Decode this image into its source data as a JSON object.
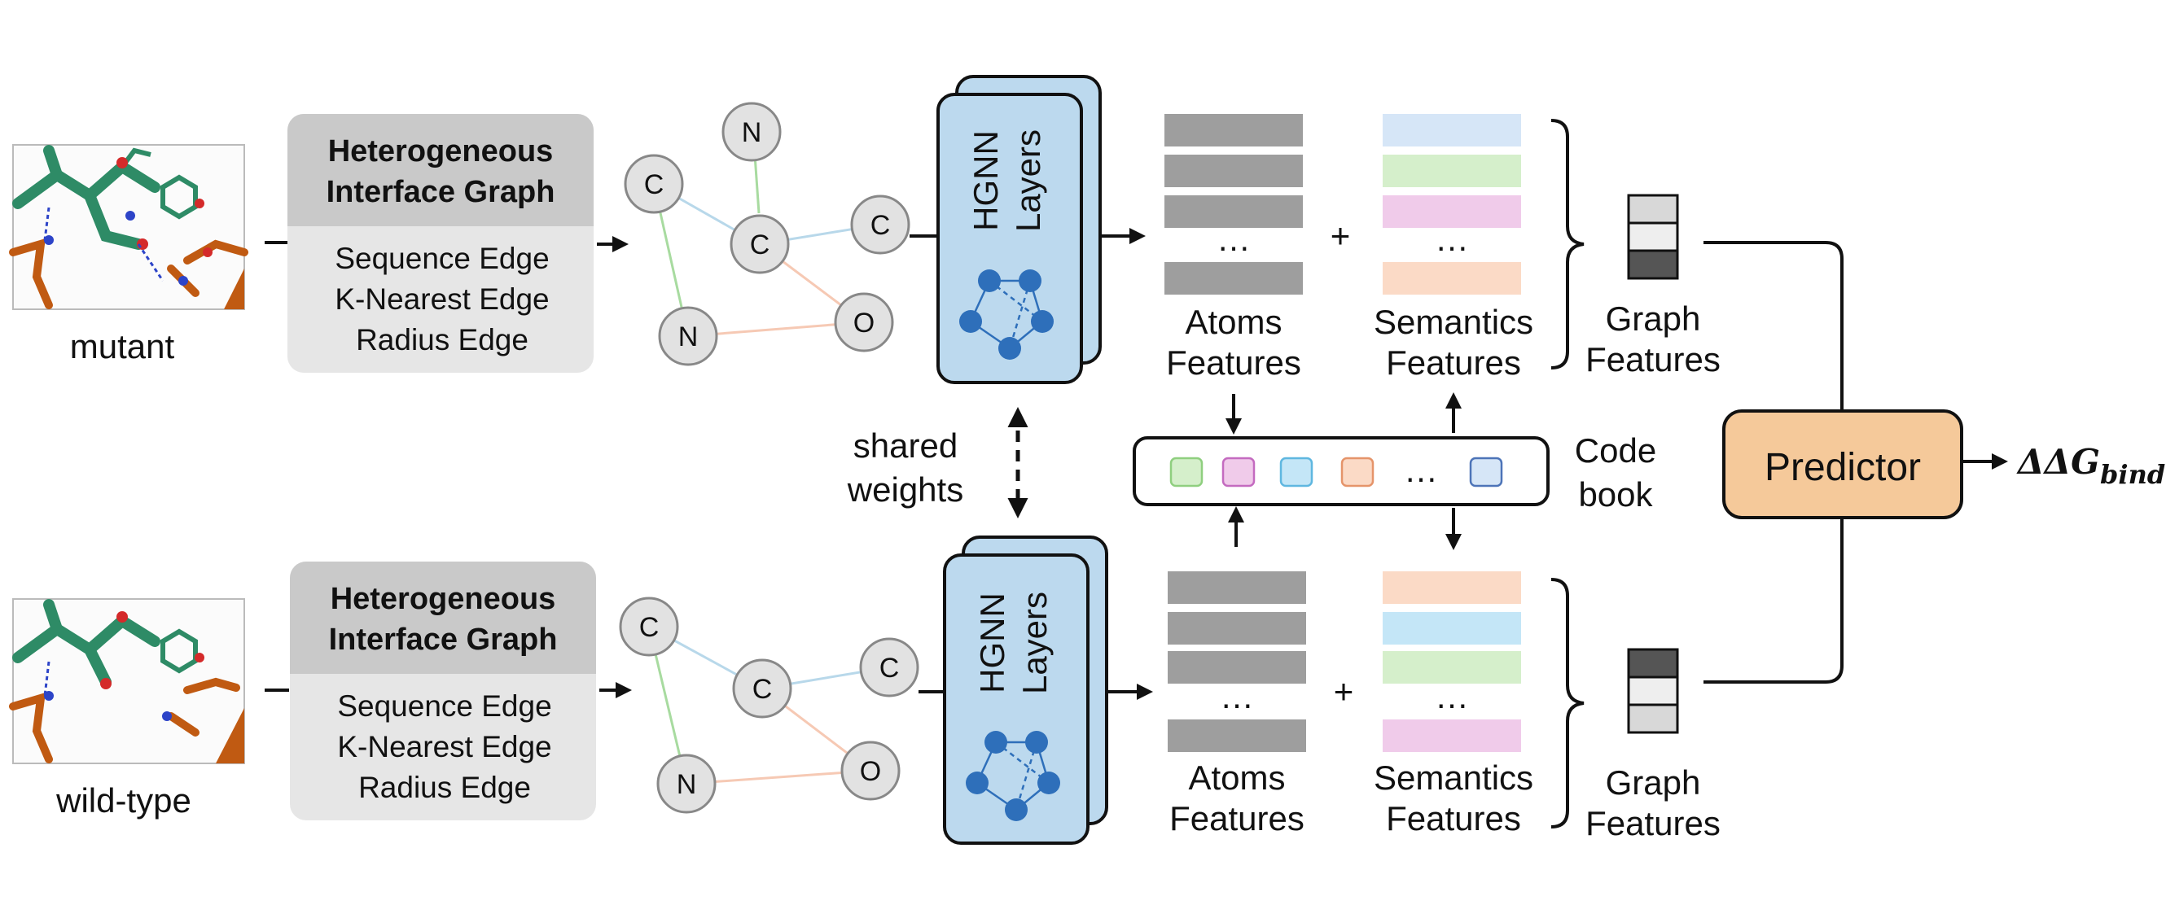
{
  "mutant_label": "mutant",
  "wildtype_label": "wild-type",
  "graph_box": {
    "title_line1": "Heterogeneous",
    "title_line2": "Interface Graph",
    "edge1": "Sequence Edge",
    "edge2": "K-Nearest Edge",
    "edge3": "Radius Edge"
  },
  "top_nodes": [
    "N",
    "C",
    "C",
    "C",
    "N",
    "O"
  ],
  "bottom_nodes": [
    "C",
    "C",
    "C",
    "N",
    "O"
  ],
  "hgnn": {
    "line1": "HGNN",
    "line2": "Layers"
  },
  "shared": {
    "line1": "shared",
    "line2": "weights"
  },
  "atoms": {
    "line1": "Atoms",
    "line2": "Features"
  },
  "semantics": {
    "line1": "Semantics",
    "line2": "Features"
  },
  "graph_features": {
    "line1": "Graph",
    "line2": "Features"
  },
  "codebook": {
    "line1": "Code",
    "line2": "book"
  },
  "ellipsis": "…",
  "plus": "+",
  "predictor": "Predictor",
  "output": {
    "main": "ΔΔG",
    "sub": "bind"
  },
  "colors": {
    "graph_box_header": "#c9c9c9",
    "graph_box_body": "#e6e6e6",
    "hgnn_fill": "#bcd9ee",
    "node_blue": "#2e6fba",
    "atom_bar": "#9e9e9e",
    "predictor": "#f5c99a",
    "sem_blue": "#d6e6f7",
    "sem_green": "#d5efcb",
    "sem_pink": "#f0cbea",
    "sem_orange": "#fbdac6",
    "sem_cyan": "#c4e6f7"
  }
}
